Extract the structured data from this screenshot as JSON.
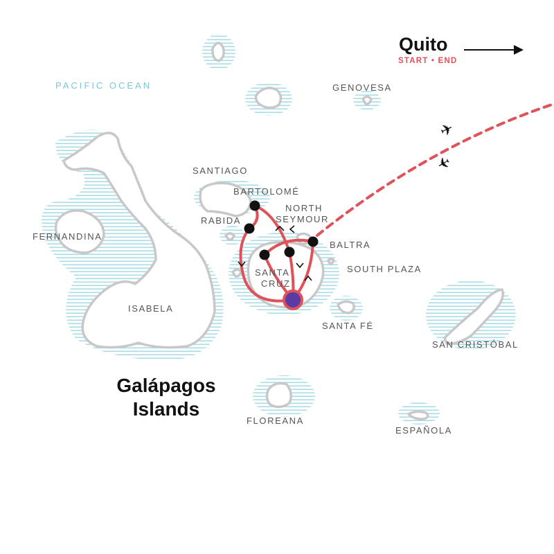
{
  "map": {
    "title_line1": "Galápagos",
    "title_line2": "Islands",
    "ocean_label": "PACIFIC OCEAN",
    "origin": {
      "name": "Quito",
      "start_label": "START",
      "end_label": "END",
      "separator": "•"
    },
    "islands": {
      "genovesa": "GENOVESA",
      "santiago": "SANTIAGO",
      "bartolome": "BARTOLOMÉ",
      "north_seymour_1": "NORTH",
      "north_seymour_2": "SEYMOUR",
      "rabida": "RABIDA",
      "baltra": "BALTRA",
      "fernandina": "FERNANDINA",
      "santa_cruz_1": "SANTA",
      "santa_cruz_2": "CRUZ",
      "south_plaza": "SOUTH PLAZA",
      "isabela": "ISABELA",
      "santa_fe": "SANTA FÉ",
      "san_cristobal": "SAN CRISTÓBAL",
      "floreana": "FLOREANA",
      "espanola": "ESPAÑOLA"
    },
    "colors": {
      "route": "#e0525a",
      "land_outline": "#c8c8c8",
      "water_hatch": "#a9dbe6",
      "stop": "#111111",
      "start_marker": "#5b3aa6",
      "ocean_text": "#7fc4d4"
    }
  }
}
